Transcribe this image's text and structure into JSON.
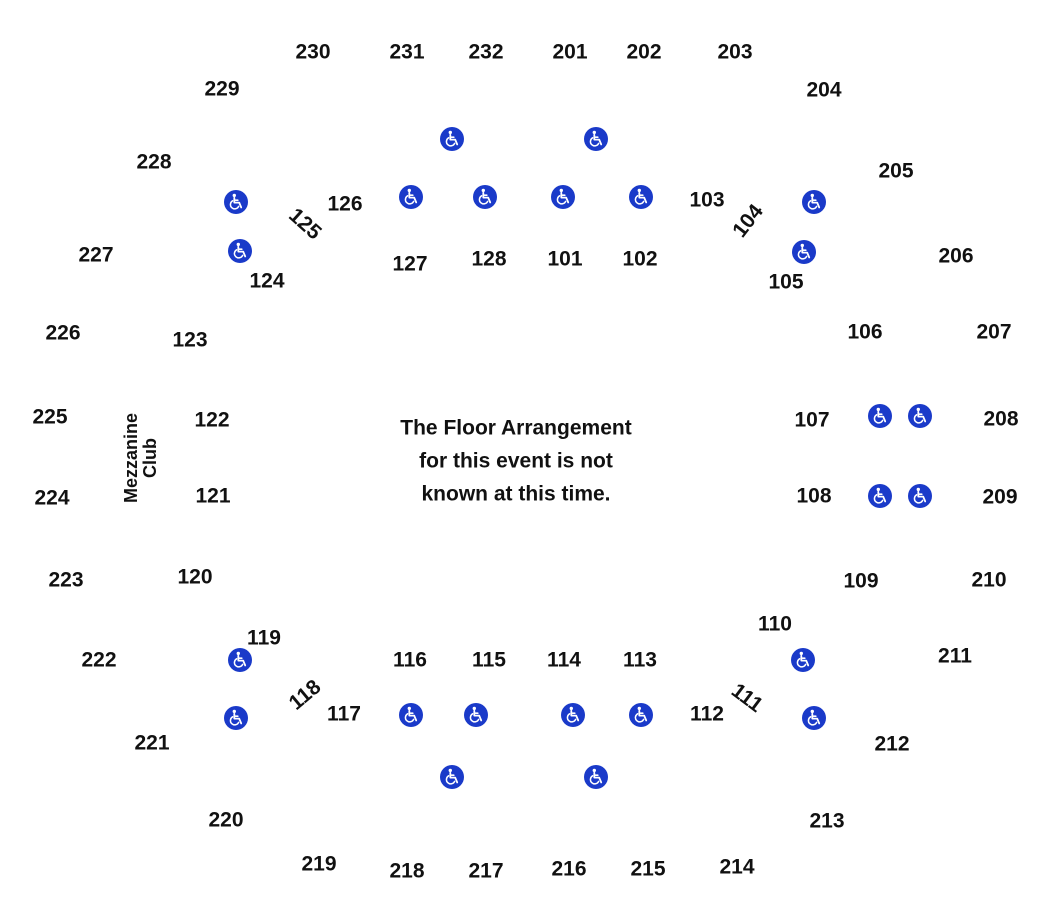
{
  "colors": {
    "accessible": "#1a3ac9",
    "text": "#111111",
    "background": "#ffffff"
  },
  "notice_lines": [
    "The Floor Arrangement",
    "for this event is not",
    "known at this time."
  ],
  "club_lines": [
    "Mezzanine",
    "Club"
  ],
  "sections_lower": [
    "101",
    "102",
    "103",
    "104",
    "105",
    "106",
    "107",
    "108",
    "109",
    "110",
    "111",
    "112",
    "113",
    "114",
    "115",
    "116",
    "117",
    "118",
    "119",
    "120",
    "121",
    "122",
    "123",
    "124",
    "125",
    "126",
    "127",
    "128"
  ],
  "sections_upper": [
    "201",
    "202",
    "203",
    "204",
    "205",
    "206",
    "207",
    "208",
    "209",
    "210",
    "211",
    "212",
    "213",
    "214",
    "215",
    "216",
    "217",
    "218",
    "219",
    "220",
    "221",
    "222",
    "223",
    "224",
    "225",
    "226",
    "227",
    "228",
    "229",
    "230",
    "231",
    "232"
  ],
  "accessible_icon_name": "wheelchair-icon",
  "accessible_icon_count": 24
}
